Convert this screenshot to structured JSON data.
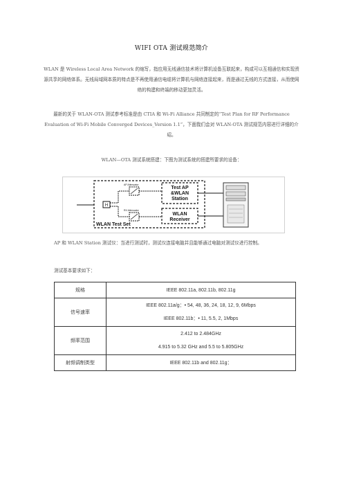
{
  "document": {
    "title": "WIFI OTA 测试规范简介",
    "paragraphs": [
      "WLAN 是 Wireless Local Area Network 的缩写，指应用无线通信技术将计算机设备互联起来，构成可以互相通信和实现资源共享的网络体系。无线局域网本质的特点是不再使用通信电缆将计算机与网络连接起来，而是通过无线的方式连接，从而使网络的构建和终端的移动更加灵活。",
      "最新的关于 WLAN-OTA 测试参考标准是由 CTIA 和 Wi-Fi Alliance 共同制定的“Test Plan for RF Performance Evaluation of Wi-Fi Mobile Converged Devices_Version 1.1”，下面我们会对 WLAN-OTA 测试规范内容进行详细的介绍。",
      "WLAN—OTA 测试系统搭建：下图为测试系统的搭建所要求的设备："
    ],
    "after_diagram": "AP 和 WLAN Station 测试仪：当进行测试时，测试仪连接电脑并且能够通过电脑对测试仪进行控制。",
    "requirements_intro": "测试基本要求如下："
  },
  "diagram": {
    "ap_attenuator": "AP Attenuator",
    "rx_attenuator": "RX Attenuator",
    "hub": "H",
    "test_ap_lines": [
      "Test AP",
      "&WLAN",
      "Station"
    ],
    "receiver_lines": [
      "WLAN",
      "Receiver"
    ],
    "test_set_label": "WLAN Test Set"
  },
  "spec_table": {
    "rows": [
      {
        "label": "规格",
        "values": [
          "IEEE 802.11a, 802.11b, 802.11g"
        ]
      },
      {
        "label": "信号速率",
        "values": [
          "IEEE 802.11a/g：• 54, 48, 36, 24, 18, 12, 9, 6Mbps",
          "IEEE 802.11b：• 11, 5.5, 2, 1Mbps"
        ]
      },
      {
        "label": "频率范围",
        "values": [
          "2.412 to 2.484GHz",
          "4.915 to 5.32 GHz and 5.5 to 5.805GHz"
        ]
      },
      {
        "label": "射频调制类型",
        "values": [
          "IEEE 802.11b and 802.11g："
        ]
      }
    ]
  }
}
